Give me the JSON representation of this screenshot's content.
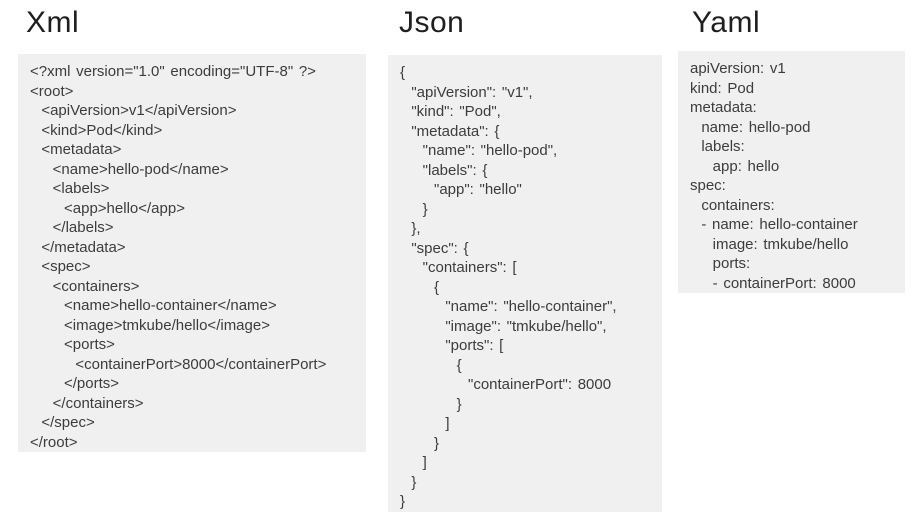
{
  "colors": {
    "page_background": "#ffffff",
    "code_block_background": "#f0f0f0",
    "code_text": "#3c3c3c",
    "title_text": "#1e1e1e"
  },
  "columns": {
    "xml": {
      "title": "Xml",
      "code": "<?xml version=\"1.0\" encoding=\"UTF-8\" ?>\n<root>\n  <apiVersion>v1</apiVersion>\n  <kind>Pod</kind>\n  <metadata>\n    <name>hello-pod</name>\n    <labels>\n      <app>hello</app>\n    </labels>\n  </metadata>\n  <spec>\n    <containers>\n      <name>hello-container</name>\n      <image>tmkube/hello</image>\n      <ports>\n        <containerPort>8000</containerPort>\n      </ports>\n    </containers>\n  </spec>\n</root>"
    },
    "json": {
      "title": "Json",
      "code": "{\n  \"apiVersion\": \"v1\",\n  \"kind\": \"Pod\",\n  \"metadata\": {\n    \"name\": \"hello-pod\",\n    \"labels\": {\n      \"app\": \"hello\"\n    }\n  },\n  \"spec\": {\n    \"containers\": [\n      {\n        \"name\": \"hello-container\",\n        \"image\": \"tmkube/hello\",\n        \"ports\": [\n          {\n            \"containerPort\": 8000\n          }\n        ]\n      }\n    ]\n  }\n}"
    },
    "yaml": {
      "title": "Yaml",
      "code": "apiVersion: v1\nkind: Pod\nmetadata:\n  name: hello-pod\n  labels:\n    app: hello\nspec:\n  containers:\n  - name: hello-container\n    image: tmkube/hello\n    ports:\n    - containerPort: 8000"
    }
  }
}
